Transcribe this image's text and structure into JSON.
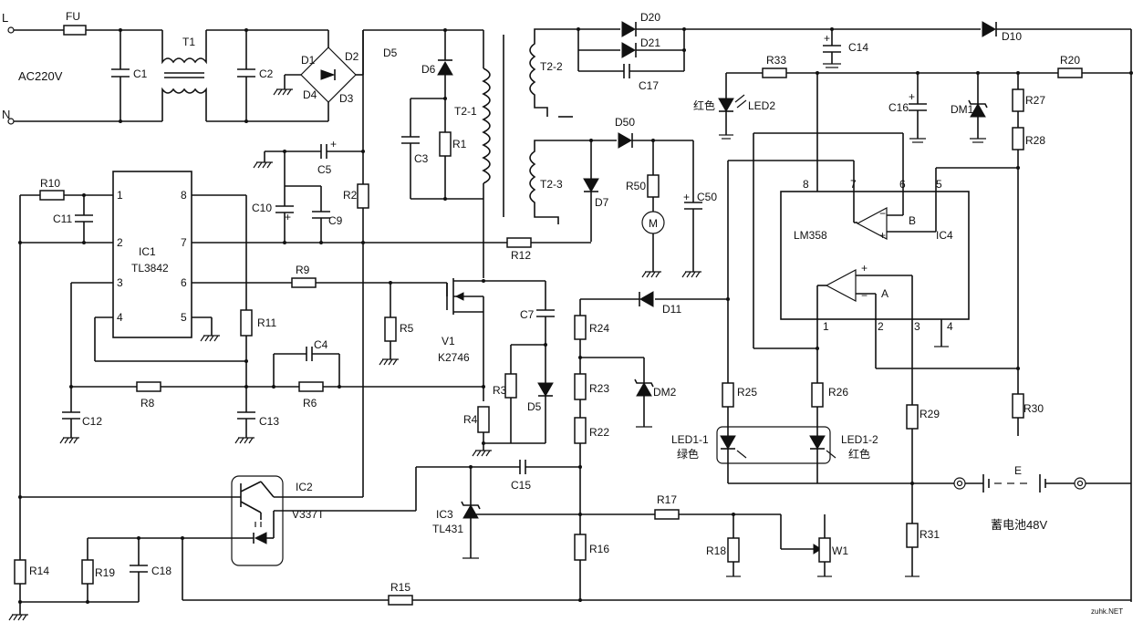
{
  "labels": {
    "L": "L",
    "N": "N",
    "FU": "FU",
    "AC": "AC220V",
    "T1": "T1",
    "C1": "C1",
    "C2": "C2",
    "D1": "D1",
    "D2": "D2",
    "D3": "D3",
    "D4": "D4",
    "D5top": "D5",
    "D6": "D6",
    "T2_1": "T2-1",
    "R1": "R1",
    "C3": "C3",
    "T2_2": "T2-2",
    "D20": "D20",
    "D21": "D21",
    "C17": "C17",
    "T2_3": "T2-3",
    "D50": "D50",
    "D7": "D7",
    "R50": "R50",
    "C50": "C50",
    "D10": "D10",
    "C14": "C14",
    "R33": "R33",
    "R20": "R20",
    "hong_se": "红色",
    "LED2": "LED2",
    "C16": "C16",
    "DM1": "DM1",
    "R27": "R27",
    "R28": "R28",
    "C5": "C5",
    "C10": "C10",
    "C9": "C9",
    "R2": "R2",
    "R10": "R10",
    "C11": "C11",
    "IC1_a": "IC1",
    "IC1_b": "TL3842",
    "p1": "1",
    "p2": "2",
    "p3": "3",
    "p4": "4",
    "p5": "5",
    "p6": "6",
    "p7": "7",
    "p8": "8",
    "R12": "R12",
    "R9": "R9",
    "R5": "R5",
    "R11": "R11",
    "V1": "V1",
    "K2746": "K2746",
    "C7": "C7",
    "D5": "D5",
    "C4": "C4",
    "R8": "R8",
    "R6": "R6",
    "R3": "R3",
    "R4": "R4",
    "C12": "C12",
    "C13": "C13",
    "D11": "D11",
    "R24": "R24",
    "R23": "R23",
    "DM2": "DM2",
    "R22": "R22",
    "LM358": "LM358",
    "IC4": "IC4",
    "A": "A",
    "B": "B",
    "q8": "8",
    "q7": "7",
    "q6": "6",
    "q5": "5",
    "q1": "1",
    "q2": "2",
    "q3": "3",
    "q4": "4",
    "R25": "R25",
    "R26": "R26",
    "R30": "R30",
    "R29": "R29",
    "LED1_1": "LED1-1",
    "lv_se": "绿色",
    "LED1_2": "LED1-2",
    "hong_se2": "红色",
    "IC2": "IC2",
    "V337T": "V337T",
    "C15": "C15",
    "IC3": "IC3",
    "TL431": "TL431",
    "R17": "R17",
    "R16": "R16",
    "R18": "R18",
    "W1": "W1",
    "E": "E",
    "battery": "蓄电池48V",
    "R14": "R14",
    "R19": "R19",
    "C18": "C18",
    "R15": "R15",
    "R31": "R31",
    "watermark": "zuhk.NET"
  }
}
